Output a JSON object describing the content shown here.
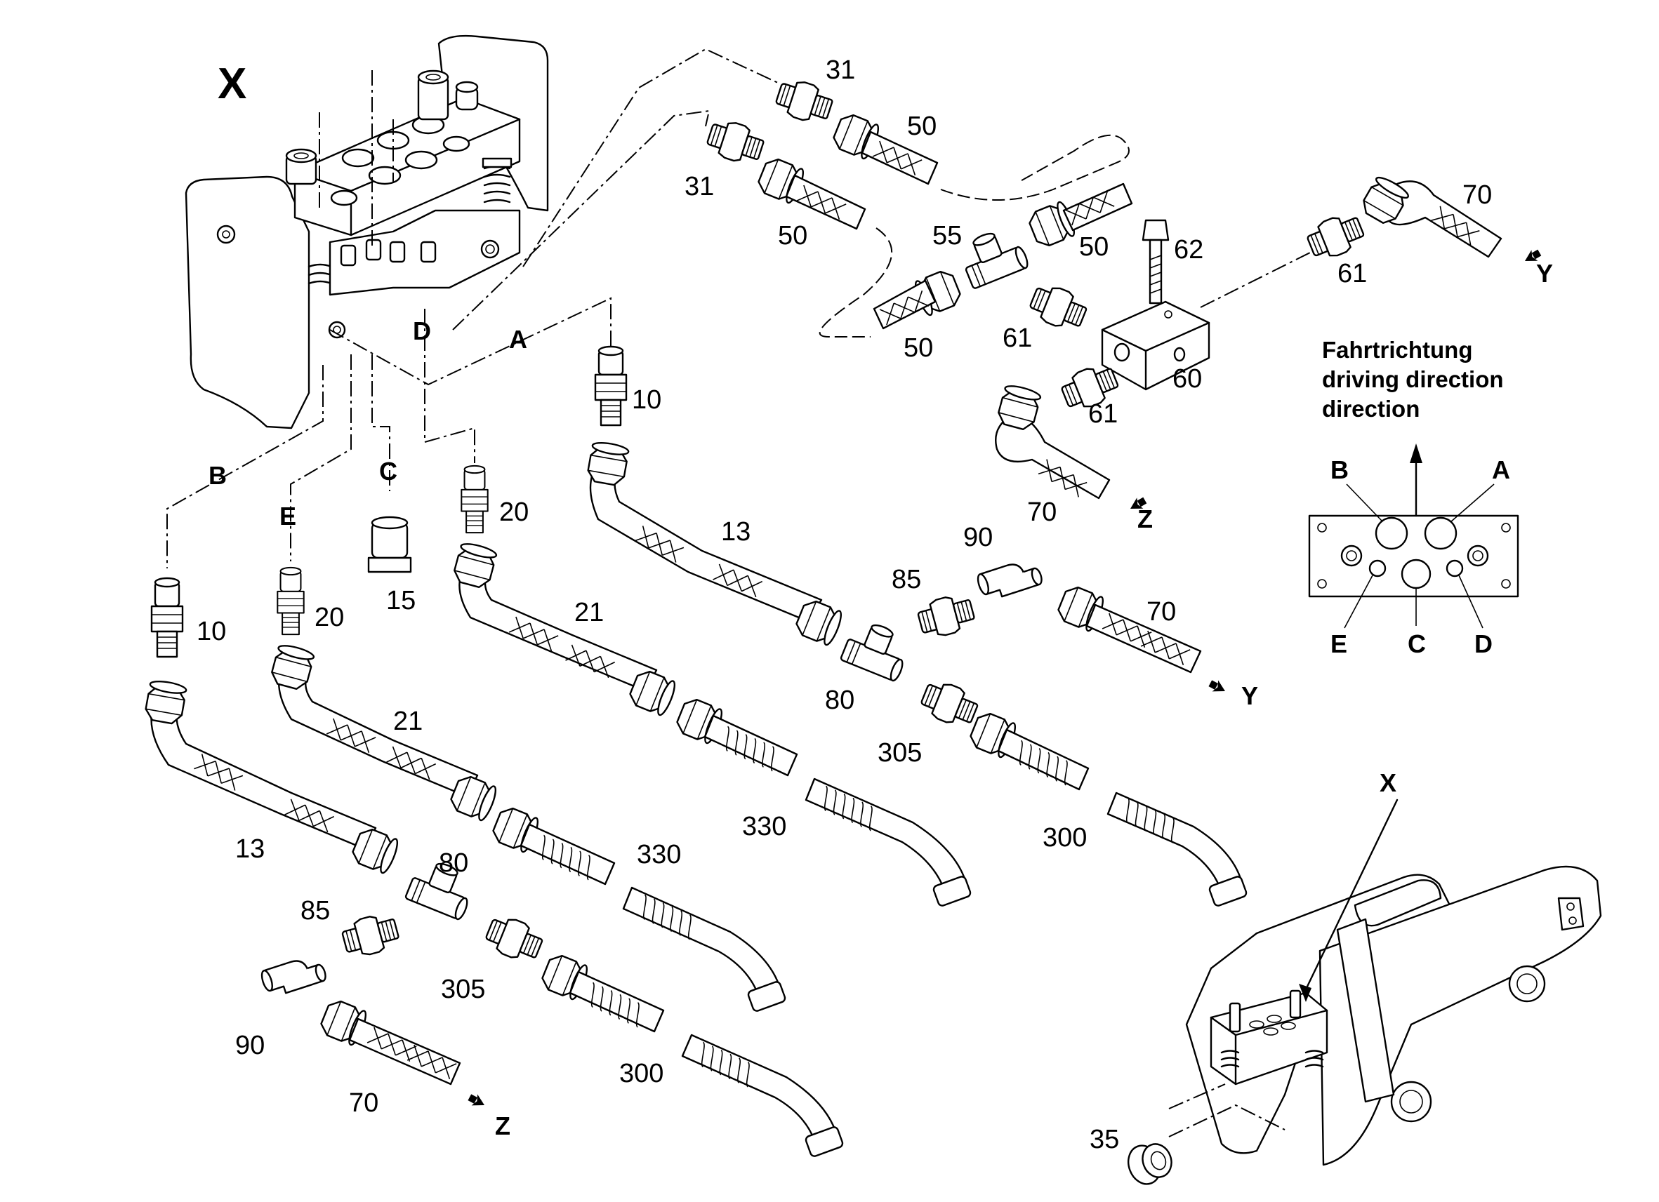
{
  "view_labels": {
    "x_top": "X",
    "x_bottom": "X"
  },
  "legend": {
    "title_line1": "Fahrtrichtung",
    "title_line2": "driving direction",
    "title_line3": "direction",
    "ports": {
      "b": "B",
      "a": "A",
      "e": "E",
      "c": "C",
      "d": "D"
    }
  },
  "port_letters": {
    "a": "A",
    "b": "B",
    "c": "C",
    "d": "D",
    "e": "E"
  },
  "flow_markers": {
    "y1": "Y",
    "y2": "Y",
    "z1": "Z",
    "z2": "Z"
  },
  "callouts": {
    "c31a": "31",
    "c31b": "31",
    "c50a": "50",
    "c50b": "50",
    "c50c": "50",
    "c50d": "50",
    "c55": "55",
    "c62": "62",
    "c61a": "61",
    "c61b": "61",
    "c61c": "61",
    "c60": "60",
    "c70a": "70",
    "c70b": "70",
    "c70c": "70",
    "c70d": "70",
    "c10a": "10",
    "c10b": "10",
    "c20a": "20",
    "c20b": "20",
    "c15": "15",
    "c13a": "13",
    "c13b": "13",
    "c21a": "21",
    "c21b": "21",
    "c85a": "85",
    "c85b": "85",
    "c90a": "90",
    "c90b": "90",
    "c80a": "80",
    "c80b": "80",
    "c305a": "305",
    "c305b": "305",
    "c330a": "330",
    "c330b": "330",
    "c300a": "300",
    "c300b": "300",
    "c35": "35"
  }
}
